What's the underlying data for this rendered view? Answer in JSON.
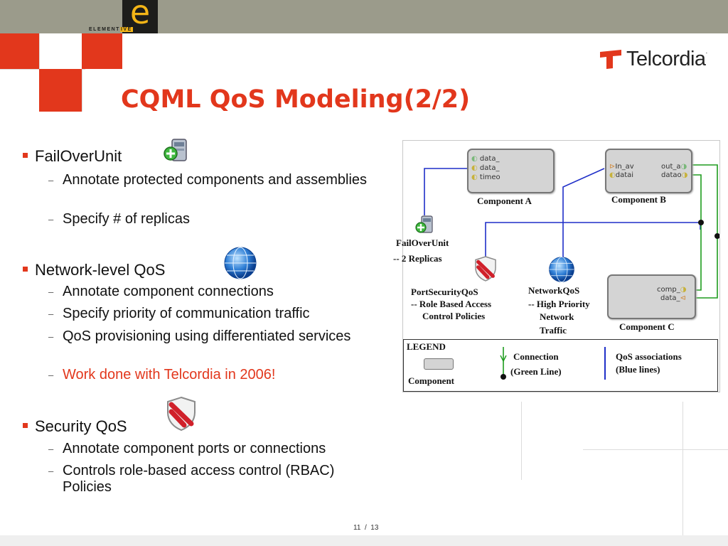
{
  "header": {
    "logo_letter": "e",
    "logo_word_prefix": "ELEMENT",
    "logo_word_suffix": "IVE",
    "brand": "Telcordia",
    "brand_mark": "."
  },
  "title": "CQML QoS Modeling(2/2)",
  "sections": [
    {
      "heading": "FailOverUnit",
      "icon": "server-add-icon",
      "items": [
        {
          "text": "Annotate protected components and assemblies",
          "highlight": false
        },
        {
          "text": "Specify # of replicas",
          "highlight": false
        }
      ]
    },
    {
      "heading": "Network-level QoS",
      "icon": "globe-icon",
      "items": [
        {
          "text": "Annotate component connections",
          "highlight": false
        },
        {
          "text": "Specify priority of communication traffic",
          "highlight": false
        },
        {
          "text": "QoS provisioning using differentiated services",
          "highlight": false
        },
        {
          "text": "Work done with Telcordia in 2006!",
          "highlight": true
        }
      ]
    },
    {
      "heading": "Security QoS",
      "icon": "shield-icon",
      "items": [
        {
          "text": "Annotate component ports or connections",
          "highlight": false
        },
        {
          "text": "Controls role-based access control (RBAC) Policies",
          "highlight": false
        }
      ]
    }
  ],
  "diagram": {
    "component_a": {
      "label": "Component A",
      "ports": [
        "data_",
        "data_",
        "timeo"
      ]
    },
    "component_b": {
      "label": "Component B",
      "left_ports": [
        "In_av",
        "datai"
      ],
      "right_ports": [
        "out_a",
        "datao"
      ]
    },
    "component_c": {
      "label": "Component C",
      "ports": [
        "comp_",
        "data_"
      ]
    },
    "failover": {
      "label": "FailOverUnit",
      "sub": "-- 2 Replicas"
    },
    "portsecurity": {
      "label": "PortSecurityQoS",
      "sub1": "-- Role Based Access",
      "sub2": "Control Policies"
    },
    "networkqos": {
      "label": "NetworkQoS",
      "sub1": "-- High Priority",
      "sub2": "Network",
      "sub3": "Traffic"
    },
    "legend": {
      "title": "LEGEND",
      "component": "Component",
      "connection_1": "Connection",
      "connection_2": "(Green Line)",
      "qos_1": "QoS associations",
      "qos_2": "(Blue lines)"
    },
    "colors": {
      "connection": "#1e9c1e",
      "association": "#1f2fc8"
    }
  },
  "footer": {
    "page": "11",
    "sep": "/",
    "total": "13"
  },
  "colors": {
    "accent": "#e2371c",
    "topbar": "#9b9b8b",
    "logo_gold": "#f3b517"
  }
}
